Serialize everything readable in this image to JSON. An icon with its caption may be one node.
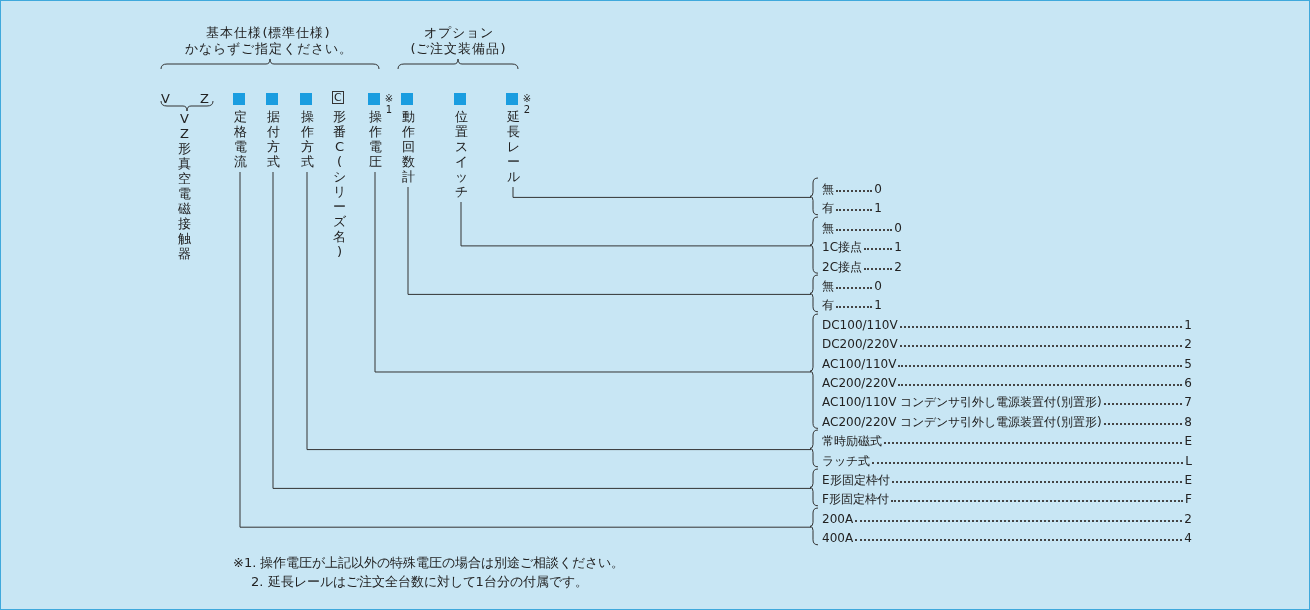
{
  "diagram": {
    "nodes": [
      {
        "text": [
          "定格電流"
        ]
      },
      {
        "text": [
          "据付方式"
        ]
      },
      {
        "text": [
          "操作方式"
        ]
      },
      {
        "text": [
          "操作電圧"
        ],
        "beside": [
          "※1"
        ]
      },
      {
        "text": [
          "動作回数計"
        ]
      },
      {
        "text": [
          "位置スイッチ"
        ]
      },
      {
        "text": [
          "延長レール"
        ],
        "beside": [
          "※2"
        ]
      },
      {
        "text": [
          "無",
          "0",
          "有",
          "1"
        ]
      },
      {
        "text": [
          "無",
          "0",
          "1C接点",
          "1",
          "2C接点",
          "2"
        ]
      },
      {
        "text": [
          "無",
          "0",
          "有",
          "1"
        ]
      },
      {
        "text": [
          "DC100/110V",
          "1",
          "DC200/220V",
          "2",
          "AC100/110V",
          "5",
          "AC200/220V",
          "6",
          "AC100/110V コンデンサ引外し電源装置付(別置形)",
          "7",
          "AC200/220V コンデンサ引外し電源装置付(別置形)",
          "8"
        ]
      },
      {
        "text": [
          "常時励磁式",
          "E",
          "ラッチ式",
          "L"
        ]
      },
      {
        "text": [
          "E形固定枠付",
          "E",
          "F形固定枠付",
          "F"
        ]
      },
      {
        "text": [
          "200A",
          "2",
          "400A",
          "4"
        ]
      }
    ],
    "edges": [
      {
        "from": 6,
        "to": 7,
        "arrow": "none"
      },
      {
        "from": 5,
        "to": 8,
        "arrow": "none"
      },
      {
        "from": 4,
        "to": 9,
        "arrow": "none"
      },
      {
        "from": 3,
        "to": 10,
        "arrow": "none"
      },
      {
        "from": 2,
        "to": 11,
        "arrow": "none"
      },
      {
        "from": 1,
        "to": 12,
        "arrow": "none"
      },
      {
        "from": 0,
        "to": 13,
        "arrow": "none"
      }
    ],
    "labels": [
      "基本仕様(標準仕様) かならずご指定ください。",
      "オプション (ご注文装備品)",
      "V",
      "Z",
      "VZ形真空電磁接触器",
      "C",
      "形番C(シリーズ名)",
      "※1. 操作電圧が上記以外の特殊電圧の場合は別途ご相談ください。",
      "2. 延長レールはご注文全台数に対して1台分の付属です。"
    ]
  }
}
